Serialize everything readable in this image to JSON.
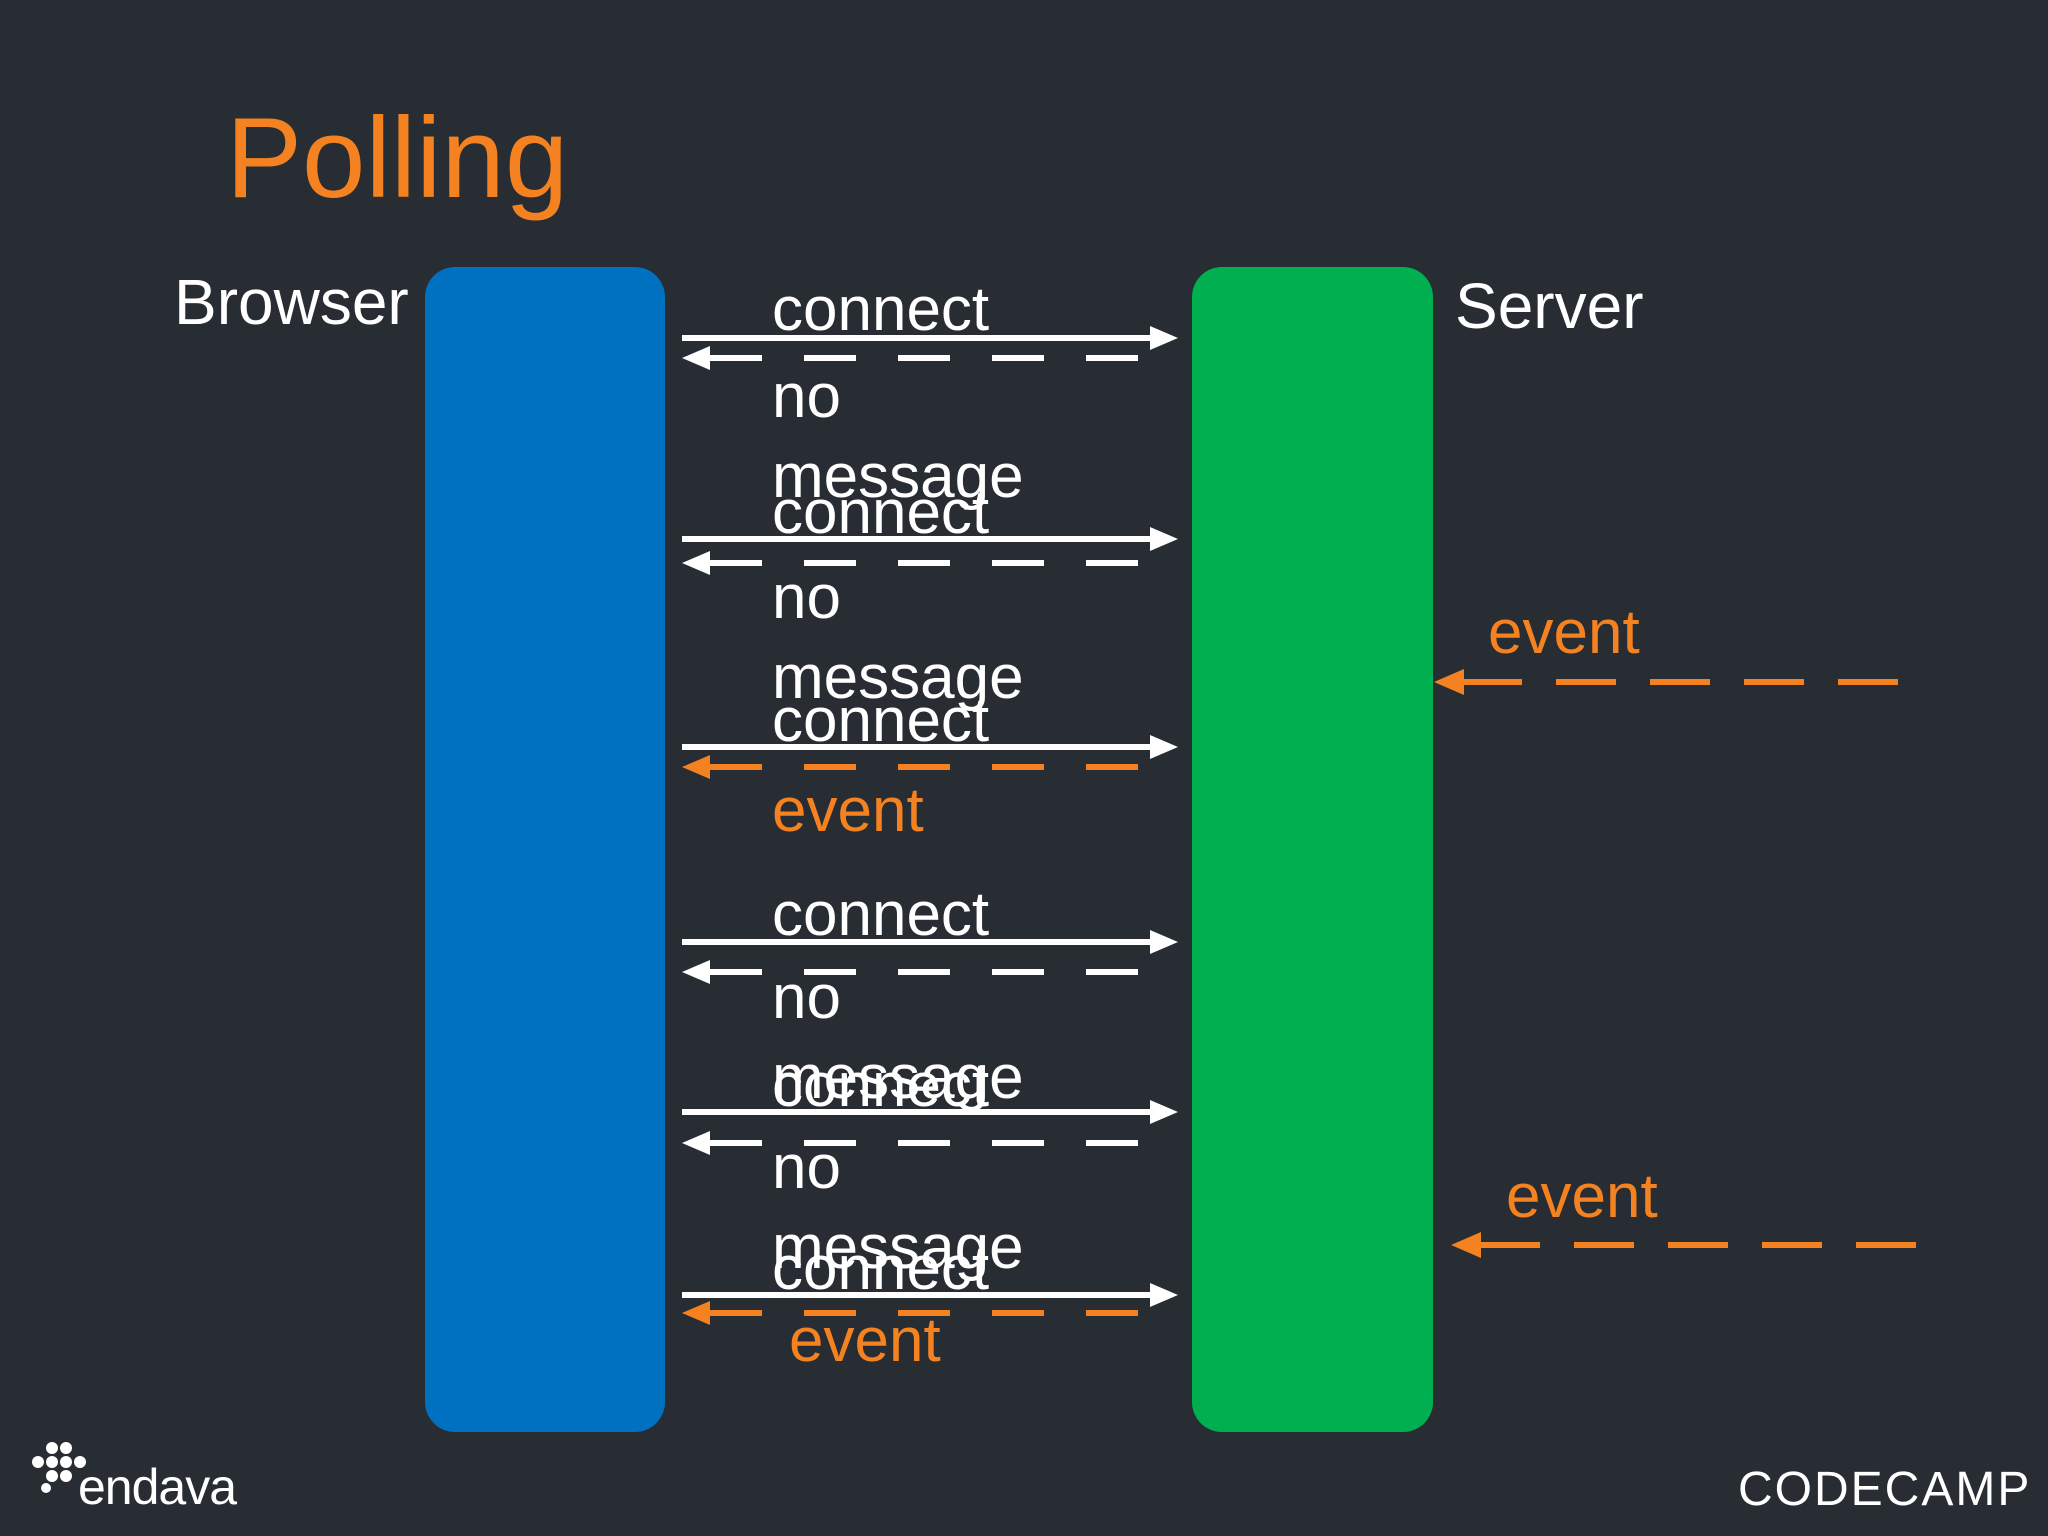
{
  "slide": {
    "title": "Polling",
    "browser_label": "Browser",
    "server_label": "Server"
  },
  "colors": {
    "background": "#282c33",
    "accent": "#f58220",
    "browser": "#0070c0",
    "server": "#00b050",
    "text": "#ffffff"
  },
  "exchanges": [
    {
      "request": "connect",
      "response": "no message"
    },
    {
      "request": "connect",
      "response": "no message"
    },
    {
      "request": "connect",
      "response": "event"
    },
    {
      "request": "connect",
      "response": "no message"
    },
    {
      "request": "connect",
      "response": "no message"
    },
    {
      "request": "connect",
      "response": "event"
    }
  ],
  "server_events": [
    "event",
    "event"
  ],
  "logos": {
    "left": "endava",
    "right": "CODECAMP"
  }
}
